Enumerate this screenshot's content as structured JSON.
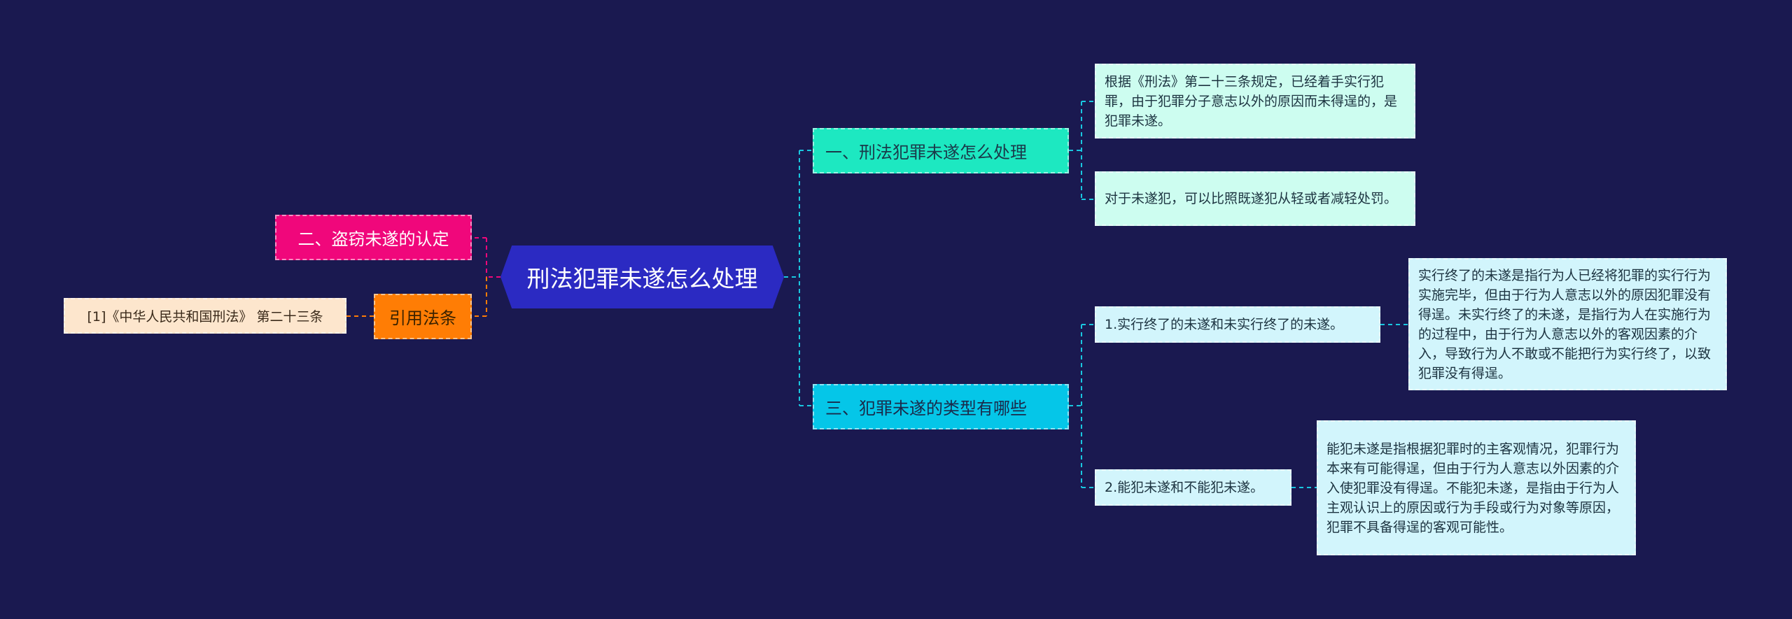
{
  "root": {
    "label": "刑法犯罪未遂怎么处理"
  },
  "right": [
    {
      "label": "一、刑法犯罪未遂怎么处理",
      "children": [
        {
          "text": "根据《刑法》第二十三条规定，已经着手实行犯罪，由于犯罪分子意志以外的原因而未得逞的，是犯罪未遂。"
        },
        {
          "text": "对于未遂犯，可以比照既遂犯从轻或者减轻处罚。"
        }
      ]
    },
    {
      "label": "三、犯罪未遂的类型有哪些",
      "children": [
        {
          "text": "1.实行终了的未遂和未实行终了的未遂。",
          "detail": "实行终了的未遂是指行为人已经将犯罪的实行行为实施完毕，但由于行为人意志以外的原因犯罪没有得逞。未实行终了的未遂，是指行为人在实施行为的过程中，由于行为人意志以外的客观因素的介入，导致行为人不敢或不能把行为实行终了，以致犯罪没有得逞。"
        },
        {
          "text": "2.能犯未遂和不能犯未遂。",
          "detail": "能犯未遂是指根据犯罪时的主客观情况，犯罪行为本来有可能得逞，但由于行为人意志以外因素的介入使犯罪没有得逞。不能犯未遂，是指由于行为人主观认识上的原因或行为手段或行为对象等原因，犯罪不具备得逞的客观可能性。"
        }
      ]
    }
  ],
  "left": [
    {
      "label": "二、盗窃未遂的认定"
    },
    {
      "label": "引用法条",
      "children": [
        {
          "text": "[1]《中华人民共和国刑法》 第二十三条"
        }
      ]
    }
  ],
  "colors": {
    "background": "#1a1950",
    "root": "#2b2ac2",
    "branch1": "#1de8c1",
    "branch3": "#05c6e8",
    "pink": "#f0077b",
    "orange": "#ff7d05"
  }
}
